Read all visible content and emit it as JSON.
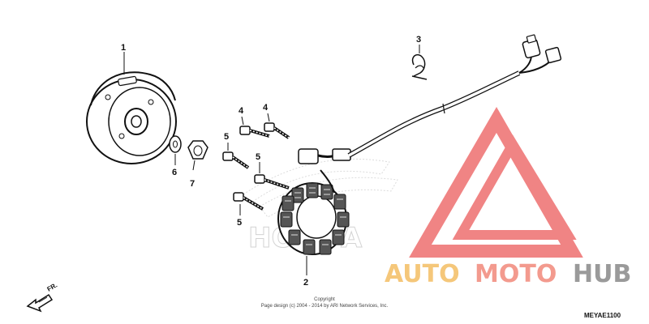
{
  "callouts": {
    "p1": "1",
    "p2": "2",
    "p3": "3",
    "p4a": "4",
    "p4b": "4",
    "p5a": "5",
    "p5b": "5",
    "p5c": "5",
    "p6": "6",
    "p7": "7"
  },
  "direction_label": "FR.",
  "copyright_line1": "Copyright",
  "copyright_line2": "Page design (c) 2004 - 2014 by ARI Network Services, Inc.",
  "diagram_code": "MEYAE1100",
  "brand_text": "HONDA",
  "watermark": {
    "part1": "AUTO",
    "part2": "MOTO",
    "part3": "HUB",
    "color_light": "#f5c77a",
    "color_mid": "#f39a8e",
    "color_dark": "#9a9a9a",
    "logo_color": "#ee6f6f"
  }
}
